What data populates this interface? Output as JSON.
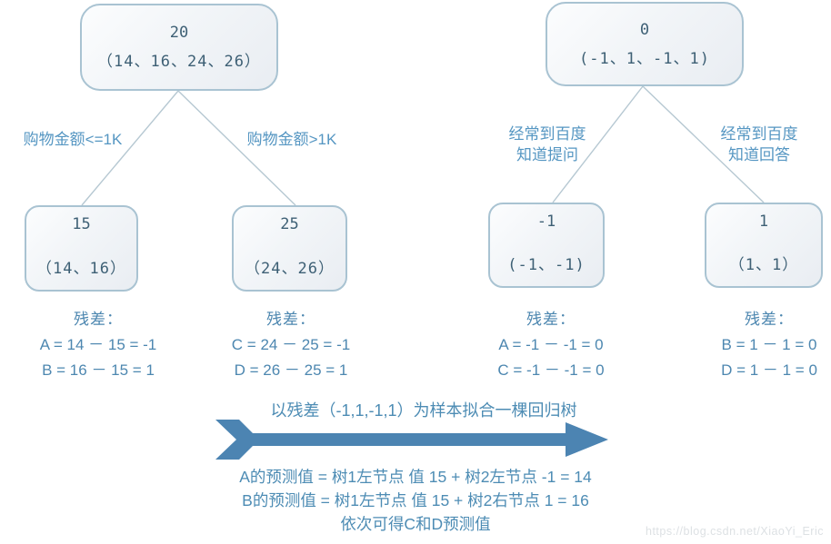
{
  "tree1": {
    "root": {
      "value": "20",
      "samples": "（14、16、24、26）"
    },
    "branches": {
      "left": "购物金额<=1K",
      "right": "购物金额>1K"
    },
    "leaves": {
      "left": {
        "value": "15",
        "samples": "（14、16）"
      },
      "right": {
        "value": "25",
        "samples": "（24、26）"
      }
    }
  },
  "tree2": {
    "root": {
      "value": "0",
      "samples": "(-1、1、-1、1)"
    },
    "branches": {
      "left_line1": "经常到百度",
      "left_line2": "知道提问",
      "right_line1": "经常到百度",
      "right_line2": "知道回答"
    },
    "leaves": {
      "left": {
        "value": "-1",
        "samples": "(-1、-1)"
      },
      "right": {
        "value": "1",
        "samples": "（1、1）"
      }
    }
  },
  "residuals": [
    {
      "title": "残差：",
      "line1": "A = 14 － 15 = -1",
      "line2": "B = 16 － 15 = 1"
    },
    {
      "title": "残差：",
      "line1": "C = 24 － 25 = -1",
      "line2": "D = 26 － 25 = 1"
    },
    {
      "title": "残差：",
      "line1": "A = -1 － -1 = 0",
      "line2": "C = -1 － -1 = 0"
    },
    {
      "title": "残差：",
      "line1": "B = 1 － 1 = 0",
      "line2": "D = 1 － 1 = 0"
    }
  ],
  "arrow": {
    "label": "以残差（-1,1,-1,1）为样本拟合一棵回归树"
  },
  "conclusion": {
    "line1": "A的预测值 = 树1左节点 值 15 + 树2左节点 -1 = 14",
    "line2": "B的预测值 = 树1左节点 值 15 + 树2右节点 1 = 16",
    "line3": "依次可得C和D预测值"
  },
  "watermark": "https://blog.csdn.net/XiaoYi_Eric",
  "colors": {
    "node_border": "#a9c3d2",
    "node_text": "#3e6075",
    "branch_label": "#5596c2",
    "residual_text": "#4d87b0",
    "arrow_fill": "#4c84b2",
    "connector": "#b6c8d2",
    "watermark": "#dde1e4"
  }
}
